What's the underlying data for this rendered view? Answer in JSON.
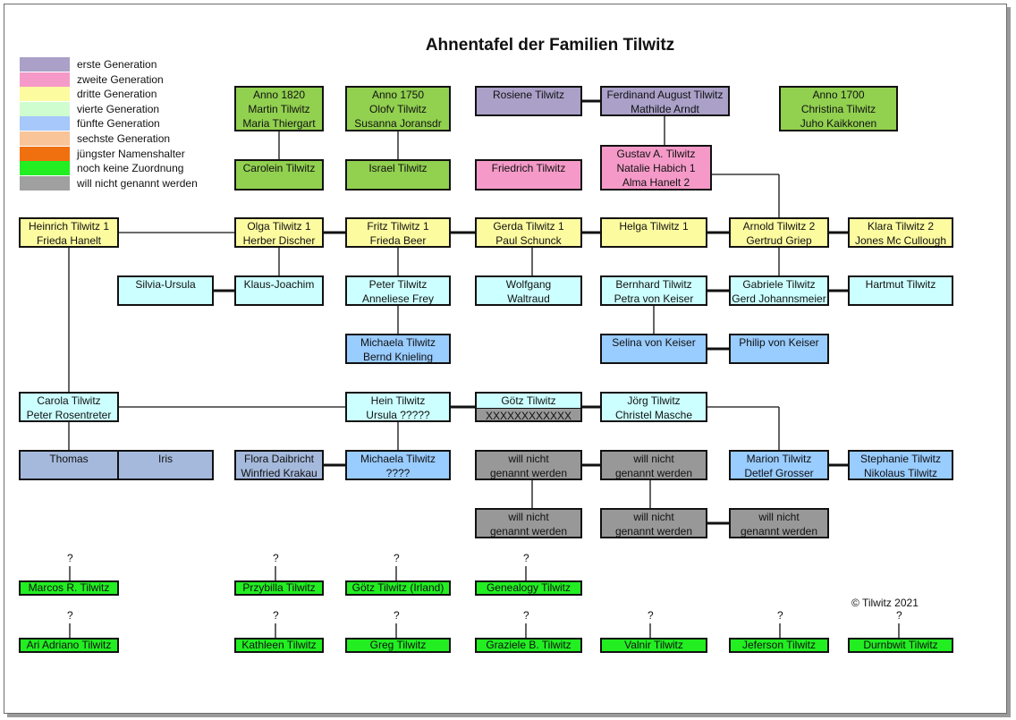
{
  "title": "Ahnentafel der Familien Tilwitz",
  "copyright": "© Tilwitz 2021",
  "colors": {
    "g1": "#aaa0c8",
    "g2": "#f59ac8",
    "g3": "#fdfba0",
    "g4": "#d0fdd0",
    "g5": "#a6c8fa",
    "g6": "#f8c498",
    "jungster": "#f07010",
    "keine": "#22ee22",
    "nicht": "#a0a0a0",
    "anno": "#92d050",
    "gen4cyan": "#ccffff",
    "gen5blue": "#99ccff",
    "gen6steel": "#a5b9dc",
    "darkgrey": "#989898"
  },
  "legend": [
    {
      "label": "erste Generation",
      "color": "g1"
    },
    {
      "label": "zweite Generation",
      "color": "g2"
    },
    {
      "label": "dritte Generation",
      "color": "g3"
    },
    {
      "label": " vierte Generation",
      "color": "g4"
    },
    {
      "label": " fünfte Generation",
      "color": "g5"
    },
    {
      "label": "sechste Generation",
      "color": "g6"
    },
    {
      "label": "jüngster Namenshalter",
      "color": "jungster"
    },
    {
      "label": "noch keine Zuordnung",
      "color": "keine"
    },
    {
      "label": "will nicht genannt werden",
      "color": "nicht"
    }
  ],
  "boxes": [
    {
      "id": "anno1820",
      "name": "box-anno-1820",
      "lines": [
        "Anno 1820",
        "Martin Tilwitz",
        "Maria Thiergart"
      ],
      "color": "anno"
    },
    {
      "id": "anno1750",
      "name": "box-anno-1750",
      "lines": [
        "Anno 1750",
        "Olofv Tilwitz",
        "Susanna Joransdr"
      ],
      "color": "anno"
    },
    {
      "id": "rosiene",
      "name": "box-rosiene-tilwitz",
      "lines": [
        "Rosiene Tilwitz"
      ],
      "color": "g1"
    },
    {
      "id": "ferdinand",
      "name": "box-ferdinand-august-tilwitz",
      "lines": [
        "Ferdinand August Tilwitz",
        "Mathilde Arndt"
      ],
      "color": "g1"
    },
    {
      "id": "anno1700",
      "name": "box-anno-1700",
      "lines": [
        "Anno 1700",
        "Christina Tilwitz",
        "Juho Kaikkonen"
      ],
      "color": "anno"
    },
    {
      "id": "carolein",
      "name": "box-carolein-tilwitz",
      "lines": [
        "Carolein Tilwitz"
      ],
      "color": "anno"
    },
    {
      "id": "israel",
      "name": "box-israel-tilwitz",
      "lines": [
        "Israel Tilwitz"
      ],
      "color": "anno"
    },
    {
      "id": "friedrich",
      "name": "box-friedrich-tilwitz",
      "lines": [
        "Friedrich Tilwitz"
      ],
      "color": "g2"
    },
    {
      "id": "gustav",
      "name": "box-gustav-tilwitz",
      "lines": [
        "Gustav A. Tilwitz",
        "Natalie Habich     1",
        "Alma Hanelt       2"
      ],
      "color": "g2"
    },
    {
      "id": "heinrich",
      "name": "box-heinrich-tilwitz",
      "lines": [
        "Heinrich Tilwitz  1",
        "Frieda Hanelt"
      ],
      "color": "g3"
    },
    {
      "id": "olga",
      "name": "box-olga-tilwitz",
      "lines": [
        "Olga Tilwitz  1",
        "Herber Discher"
      ],
      "color": "g3"
    },
    {
      "id": "fritz",
      "name": "box-fritz-tilwitz",
      "lines": [
        "Fritz Tilwitz          1",
        "Frieda Beer"
      ],
      "color": "g3"
    },
    {
      "id": "gerda",
      "name": "box-gerda-tilwitz",
      "lines": [
        "Gerda Tilwitz    1",
        "Paul Schunck"
      ],
      "color": "g3"
    },
    {
      "id": "helga",
      "name": "box-helga-tilwitz",
      "lines": [
        "Helga Tilwitz        1"
      ],
      "color": "g3"
    },
    {
      "id": "arnold",
      "name": "box-arnold-tilwitz",
      "lines": [
        "Arnold Tilwitz  2",
        "Gertrud Griep"
      ],
      "color": "g3"
    },
    {
      "id": "klara",
      "name": "box-klara-tilwitz",
      "lines": [
        "Klara Tilwitz     2",
        "Jones Mc Cullough"
      ],
      "color": "g3"
    },
    {
      "id": "silvia",
      "name": "box-silvia-ursula",
      "lines": [
        "Silvia-Ursula"
      ],
      "color": "gen4cyan"
    },
    {
      "id": "klaus",
      "name": "box-klaus-joachim",
      "lines": [
        "Klaus-Joachim"
      ],
      "color": "gen4cyan"
    },
    {
      "id": "peter",
      "name": "box-peter-tilwitz",
      "lines": [
        "Peter Tilwitz",
        "Anneliese Frey"
      ],
      "color": "gen4cyan"
    },
    {
      "id": "wolfgang",
      "name": "box-wolfgang",
      "lines": [
        "Wolfgang",
        "Waltraud"
      ],
      "color": "gen4cyan"
    },
    {
      "id": "bernhard",
      "name": "box-bernhard-tilwitz",
      "lines": [
        "Bernhard Tilwitz",
        "Petra von Keiser"
      ],
      "color": "gen4cyan"
    },
    {
      "id": "gabriele",
      "name": "box-gabriele-tilwitz",
      "lines": [
        "Gabriele Tilwitz",
        "Gerd Johannsmeier"
      ],
      "color": "gen4cyan"
    },
    {
      "id": "hartmut",
      "name": "box-hartmut-tilwitz",
      "lines": [
        "Hartmut Tilwitz"
      ],
      "color": "gen4cyan"
    },
    {
      "id": "michaela1",
      "name": "box-michaela-tilwitz-knieling",
      "lines": [
        "Michaela Tilwitz",
        "Bernd Knieling"
      ],
      "color": "gen5blue"
    },
    {
      "id": "selina",
      "name": "box-selina-von-keiser",
      "lines": [
        "Selina von Keiser"
      ],
      "color": "gen5blue"
    },
    {
      "id": "philip",
      "name": "box-philip-von-keiser",
      "lines": [
        "Philip von Keiser"
      ],
      "color": "gen5blue"
    },
    {
      "id": "carola",
      "name": "box-carola-tilwitz",
      "lines": [
        "Carola Tilwitz",
        "Peter Rosentreter"
      ],
      "color": "gen4cyan"
    },
    {
      "id": "hein",
      "name": "box-hein-tilwitz",
      "lines": [
        "Hein Tilwitz",
        "Ursula ?????"
      ],
      "color": "gen4cyan"
    },
    {
      "id": "goetz",
      "name": "box-goetz-tilwitz",
      "lines": [
        "Götz Tilwitz"
      ],
      "color": "gen4cyan",
      "second": "XXXXXXXXXXXX"
    },
    {
      "id": "joerg",
      "name": "box-joerg-tilwitz",
      "lines": [
        "Jörg Tilwitz",
        "Christel Masche"
      ],
      "color": "gen4cyan"
    },
    {
      "id": "thomas",
      "name": "box-thomas",
      "lines": [
        "Thomas"
      ],
      "color": "gen6steel"
    },
    {
      "id": "iris",
      "name": "box-iris",
      "lines": [
        "Iris"
      ],
      "color": "gen6steel"
    },
    {
      "id": "flora",
      "name": "box-flora-daibricht",
      "lines": [
        "Flora Daibricht",
        "Winfried Krakau"
      ],
      "color": "gen6steel"
    },
    {
      "id": "michaela2",
      "name": "box-michaela-tilwitz-unknown",
      "lines": [
        "Michaela Tilwitz",
        "????"
      ],
      "color": "gen5blue"
    },
    {
      "id": "wn1",
      "name": "box-will-nicht-1",
      "lines": [
        "will nicht",
        "genannt werden"
      ],
      "color": "darkgrey"
    },
    {
      "id": "wn2",
      "name": "box-will-nicht-2",
      "lines": [
        "will nicht",
        "genannt werden"
      ],
      "color": "darkgrey"
    },
    {
      "id": "marion",
      "name": "box-marion-tilwitz",
      "lines": [
        "Marion Tilwitz",
        "Detlef Grosser"
      ],
      "color": "gen5blue"
    },
    {
      "id": "stephanie",
      "name": "box-stephanie-tilwitz",
      "lines": [
        "Stephanie Tilwitz",
        "Nikolaus Tilwitz"
      ],
      "color": "gen5blue"
    },
    {
      "id": "wn3",
      "name": "box-will-nicht-3",
      "lines": [
        "will nicht",
        "genannt werden"
      ],
      "color": "darkgrey"
    },
    {
      "id": "wn4",
      "name": "box-will-nicht-4",
      "lines": [
        "will nicht",
        "genannt werden"
      ],
      "color": "darkgrey"
    },
    {
      "id": "wn5",
      "name": "box-will-nicht-5",
      "lines": [
        "will nicht",
        "genannt werden"
      ],
      "color": "darkgrey"
    },
    {
      "id": "marcos",
      "name": "box-marcos-r-tilwitz",
      "lines": [
        "Marcos R. Tilwitz"
      ],
      "color": "keine"
    },
    {
      "id": "przybilla",
      "name": "box-przybilla-tilwitz",
      "lines": [
        "Przybilla Tilwitz"
      ],
      "color": "keine"
    },
    {
      "id": "goetzirland",
      "name": "box-goetz-tilwitz-irland",
      "lines": [
        "Götz Tilwitz (Irland)"
      ],
      "color": "keine"
    },
    {
      "id": "genealogy",
      "name": "box-genealogy-tilwitz",
      "lines": [
        "Genealogy Tilwitz"
      ],
      "color": "keine"
    },
    {
      "id": "ari",
      "name": "box-ari-adriano-tilwitz",
      "lines": [
        "Ari Adriano Tilwitz"
      ],
      "color": "keine"
    },
    {
      "id": "kathleen",
      "name": "box-kathleen-tilwitz",
      "lines": [
        "Kathleen Tilwitz"
      ],
      "color": "keine"
    },
    {
      "id": "greg",
      "name": "box-greg-tilwitz",
      "lines": [
        "Greg Tilwitz"
      ],
      "color": "keine"
    },
    {
      "id": "graziele",
      "name": "box-graziele-b-tilwitz",
      "lines": [
        "Graziele B. Tilwitz"
      ],
      "color": "keine"
    },
    {
      "id": "valnir",
      "name": "box-valnir-tilwitz",
      "lines": [
        "Valnir Tilwitz"
      ],
      "color": "keine"
    },
    {
      "id": "jeferson",
      "name": "box-jeferson-tilwitz",
      "lines": [
        "Jeferson Tilwitz"
      ],
      "color": "keine"
    },
    {
      "id": "durnbwit",
      "name": "box-durnbwit-tilwitz",
      "lines": [
        "Durnbwit Tilwitz"
      ],
      "color": "keine"
    }
  ],
  "question_mark": "?"
}
